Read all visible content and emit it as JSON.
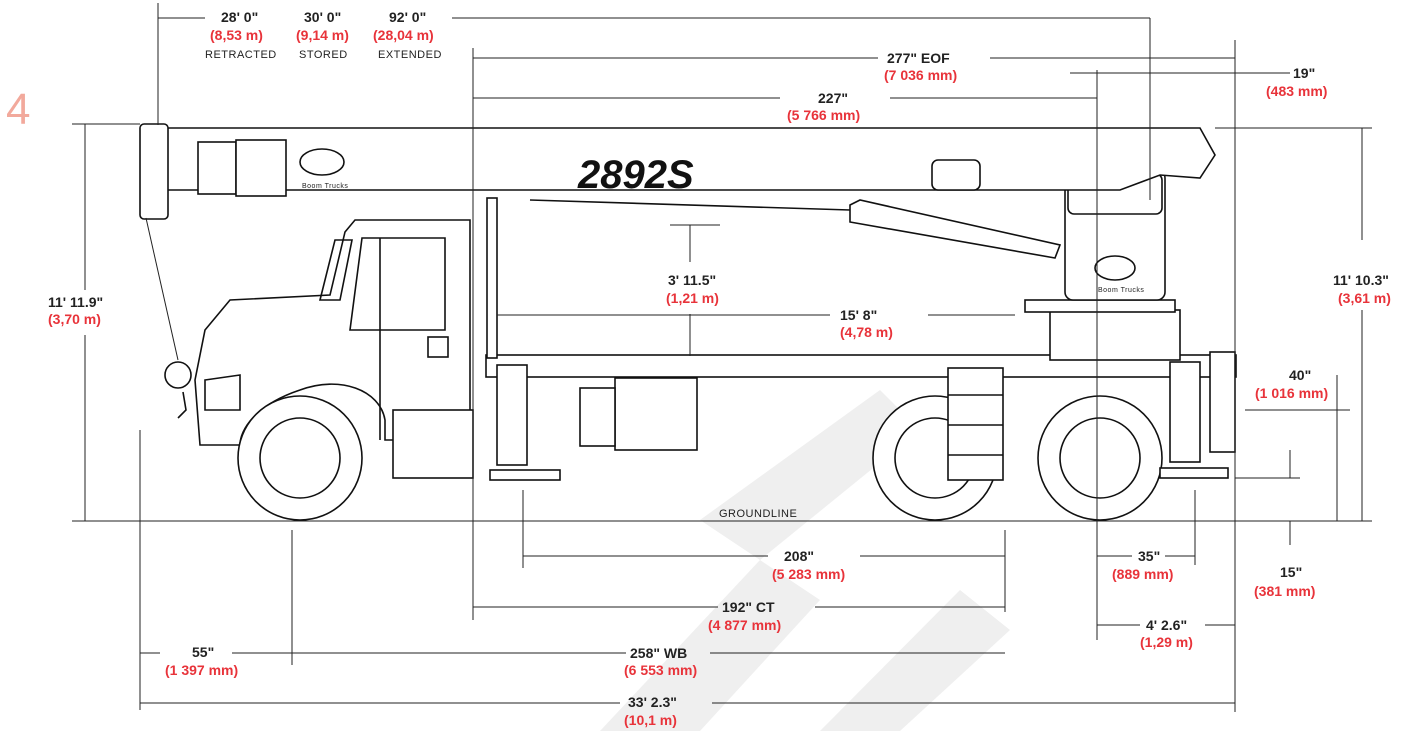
{
  "page_number": "4",
  "model_label": "2892S",
  "logo_sub": "Boom Trucks",
  "groundline": "GROUNDLINE",
  "boom": {
    "retracted": {
      "ft": "28' 0\"",
      "m": "(8,53 m)",
      "label": "RETRACTED"
    },
    "stored": {
      "ft": "30' 0\"",
      "m": "(9,14 m)",
      "label": "STORED"
    },
    "extended": {
      "ft": "92' 0\"",
      "m": "(28,04 m)",
      "label": "EXTENDED"
    }
  },
  "dims": {
    "eof": {
      "imp": "277\" EOF",
      "met": "(7 036 mm)"
    },
    "d227": {
      "imp": "227\"",
      "met": "(5 766 mm)"
    },
    "d19": {
      "imp": "19\"",
      "met": "(483 mm)"
    },
    "height_left": {
      "imp": "11' 11.9\"",
      "met": "(3,70 m)"
    },
    "height_right": {
      "imp": "11' 10.3\"",
      "met": "(3,61 m)"
    },
    "d3_11": {
      "imp": "3' 11.5\"",
      "met": "(1,21 m)"
    },
    "d15_8": {
      "imp": "15' 8\"",
      "met": "(4,78 m)"
    },
    "d40": {
      "imp": "40\"",
      "met": "(1 016 mm)"
    },
    "d208": {
      "imp": "208\"",
      "met": "(5 283 mm)"
    },
    "d35": {
      "imp": "35\"",
      "met": "(889 mm)"
    },
    "d15": {
      "imp": "15\"",
      "met": "(381 mm)"
    },
    "d192": {
      "imp": "192\" CT",
      "met": "(4 877 mm)"
    },
    "d4_2": {
      "imp": "4' 2.6\"",
      "met": "(1,29 m)"
    },
    "d55": {
      "imp": "55\"",
      "met": "(1 397 mm)"
    },
    "d258": {
      "imp": "258\" WB",
      "met": "(6 553 mm)"
    },
    "d33": {
      "imp": "33' 2.3\"",
      "met": "(10,1 m)"
    }
  }
}
